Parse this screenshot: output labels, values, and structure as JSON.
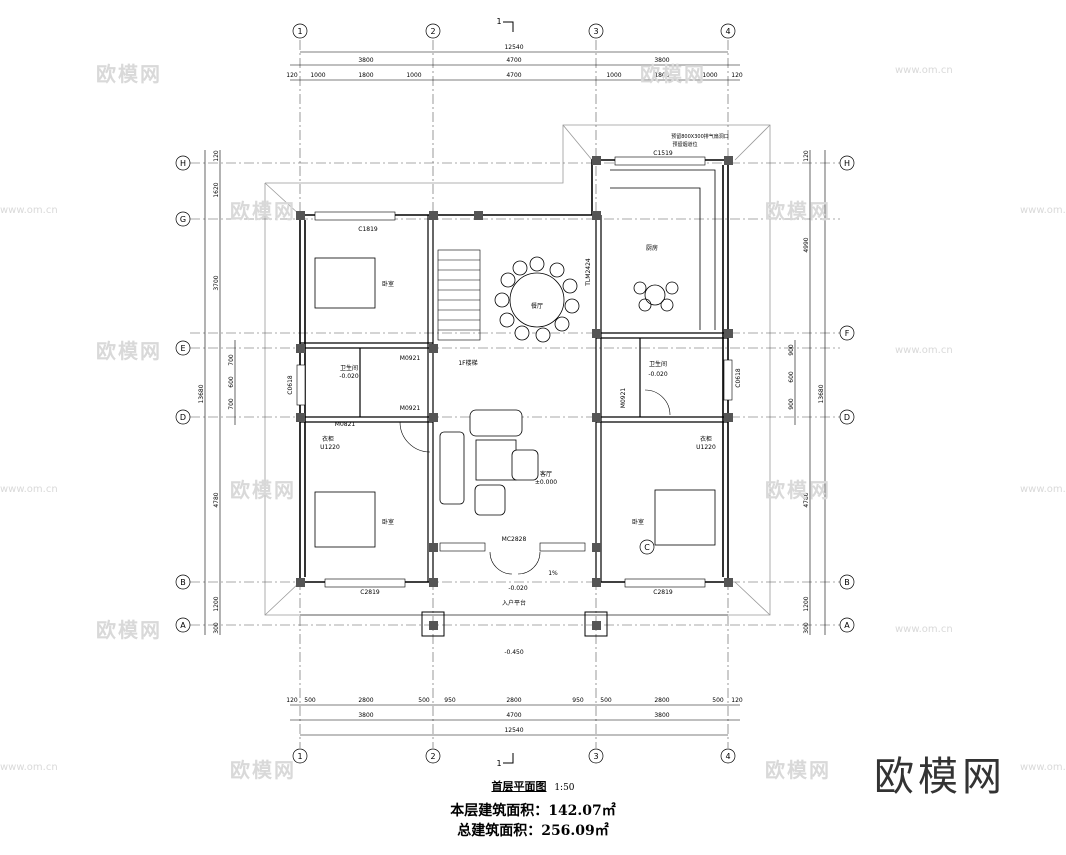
{
  "watermarks": {
    "brand": "欧模网",
    "url": "www.om.cn"
  },
  "logo": "欧模网",
  "caption": {
    "title": "首层平面图",
    "scale": "1:50",
    "floor_area": "本层建筑面积：142.07㎡",
    "total_area": "总建筑面积：256.09㎡"
  },
  "section_mark": "1",
  "axes": {
    "vertical": [
      "1",
      "2",
      "3",
      "4"
    ],
    "horizontal": [
      "H",
      "G",
      "F",
      "E",
      "D",
      "C",
      "B",
      "A"
    ]
  },
  "dims": {
    "top_total": "12540",
    "top_mid": [
      "3800",
      "4700",
      "3800"
    ],
    "top_detail": [
      "120",
      "1000",
      "1800",
      "1000",
      "4700",
      "1000",
      "1800",
      "1000",
      "120"
    ],
    "bottom_detail": [
      "120",
      "500",
      "2800",
      "500",
      "950",
      "2800",
      "950",
      "500",
      "2800",
      "500",
      "120"
    ],
    "bottom_mid": [
      "3800",
      "4700",
      "3800"
    ],
    "bottom_total": "12540",
    "left": [
      "120",
      "1620",
      "3700",
      "700",
      "600",
      "700",
      "4780",
      "1200",
      "300"
    ],
    "left_total": "13680",
    "right": [
      "120",
      "4990",
      "900",
      "600",
      "900",
      "4780",
      "1200",
      "300"
    ],
    "right_total": "13680"
  },
  "rooms": {
    "bedroom": "卧室",
    "dining": "餐厅",
    "kitchen": "厨房",
    "living": "客厅",
    "bath": "卫生间",
    "stairs": "1F楼梯",
    "porch": "入户平台",
    "closet": "衣柜"
  },
  "labels": {
    "living_level": "±0.000",
    "bath_level_left": "-0.020",
    "bath_level_right": "-0.020",
    "porch_level": "-0.020",
    "step_level": "-0.450",
    "slope": "1%",
    "door_main": "MC2828",
    "door_m0921a": "M0921",
    "door_m0921b": "M0921",
    "door_m0821": "M0821",
    "door_m0921c": "M0921",
    "door_tm": "TLM2424",
    "win_c1819": "C1819",
    "win_c1519": "C1519",
    "win_c2819a": "C2819",
    "win_c2819b": "C2819",
    "win_c0618a": "C0618",
    "win_c0618b": "C0618",
    "closet_l": "U1220",
    "closet_r": "U1220",
    "kitchen_note": "预留800X300排气扇洞口",
    "kitchen_note2": "预留烟道位"
  }
}
